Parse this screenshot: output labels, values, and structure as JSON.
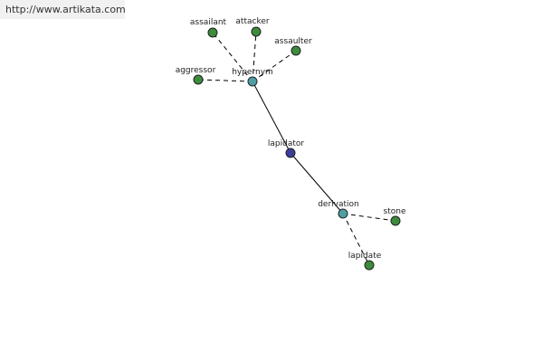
{
  "watermark": "http://www.artikata.com",
  "colors": {
    "center": "#3a3d9a",
    "hub": "#4f9ea6",
    "leaf": "#3d8c3c"
  },
  "nodes": [
    {
      "id": "lapidator",
      "label": "lapidator",
      "kind": "center"
    },
    {
      "id": "hypernym",
      "label": "hypernym",
      "kind": "hub"
    },
    {
      "id": "derivation",
      "label": "derivation",
      "kind": "hub"
    },
    {
      "id": "assailant",
      "label": "assailant",
      "kind": "leaf"
    },
    {
      "id": "attacker",
      "label": "attacker",
      "kind": "leaf"
    },
    {
      "id": "assaulter",
      "label": "assaulter",
      "kind": "leaf"
    },
    {
      "id": "aggressor",
      "label": "aggressor",
      "kind": "leaf"
    },
    {
      "id": "stone",
      "label": "stone",
      "kind": "leaf"
    },
    {
      "id": "lapidate",
      "label": "lapidate",
      "kind": "leaf"
    }
  ],
  "edges": [
    {
      "from": "lapidator",
      "to": "hypernym",
      "style": "solid"
    },
    {
      "from": "lapidator",
      "to": "derivation",
      "style": "solid"
    },
    {
      "from": "hypernym",
      "to": "assailant",
      "style": "dashed"
    },
    {
      "from": "hypernym",
      "to": "attacker",
      "style": "dashed"
    },
    {
      "from": "hypernym",
      "to": "assaulter",
      "style": "dashed"
    },
    {
      "from": "hypernym",
      "to": "aggressor",
      "style": "dashed"
    },
    {
      "from": "derivation",
      "to": "stone",
      "style": "dashed"
    },
    {
      "from": "derivation",
      "to": "lapidate",
      "style": "dashed"
    }
  ]
}
